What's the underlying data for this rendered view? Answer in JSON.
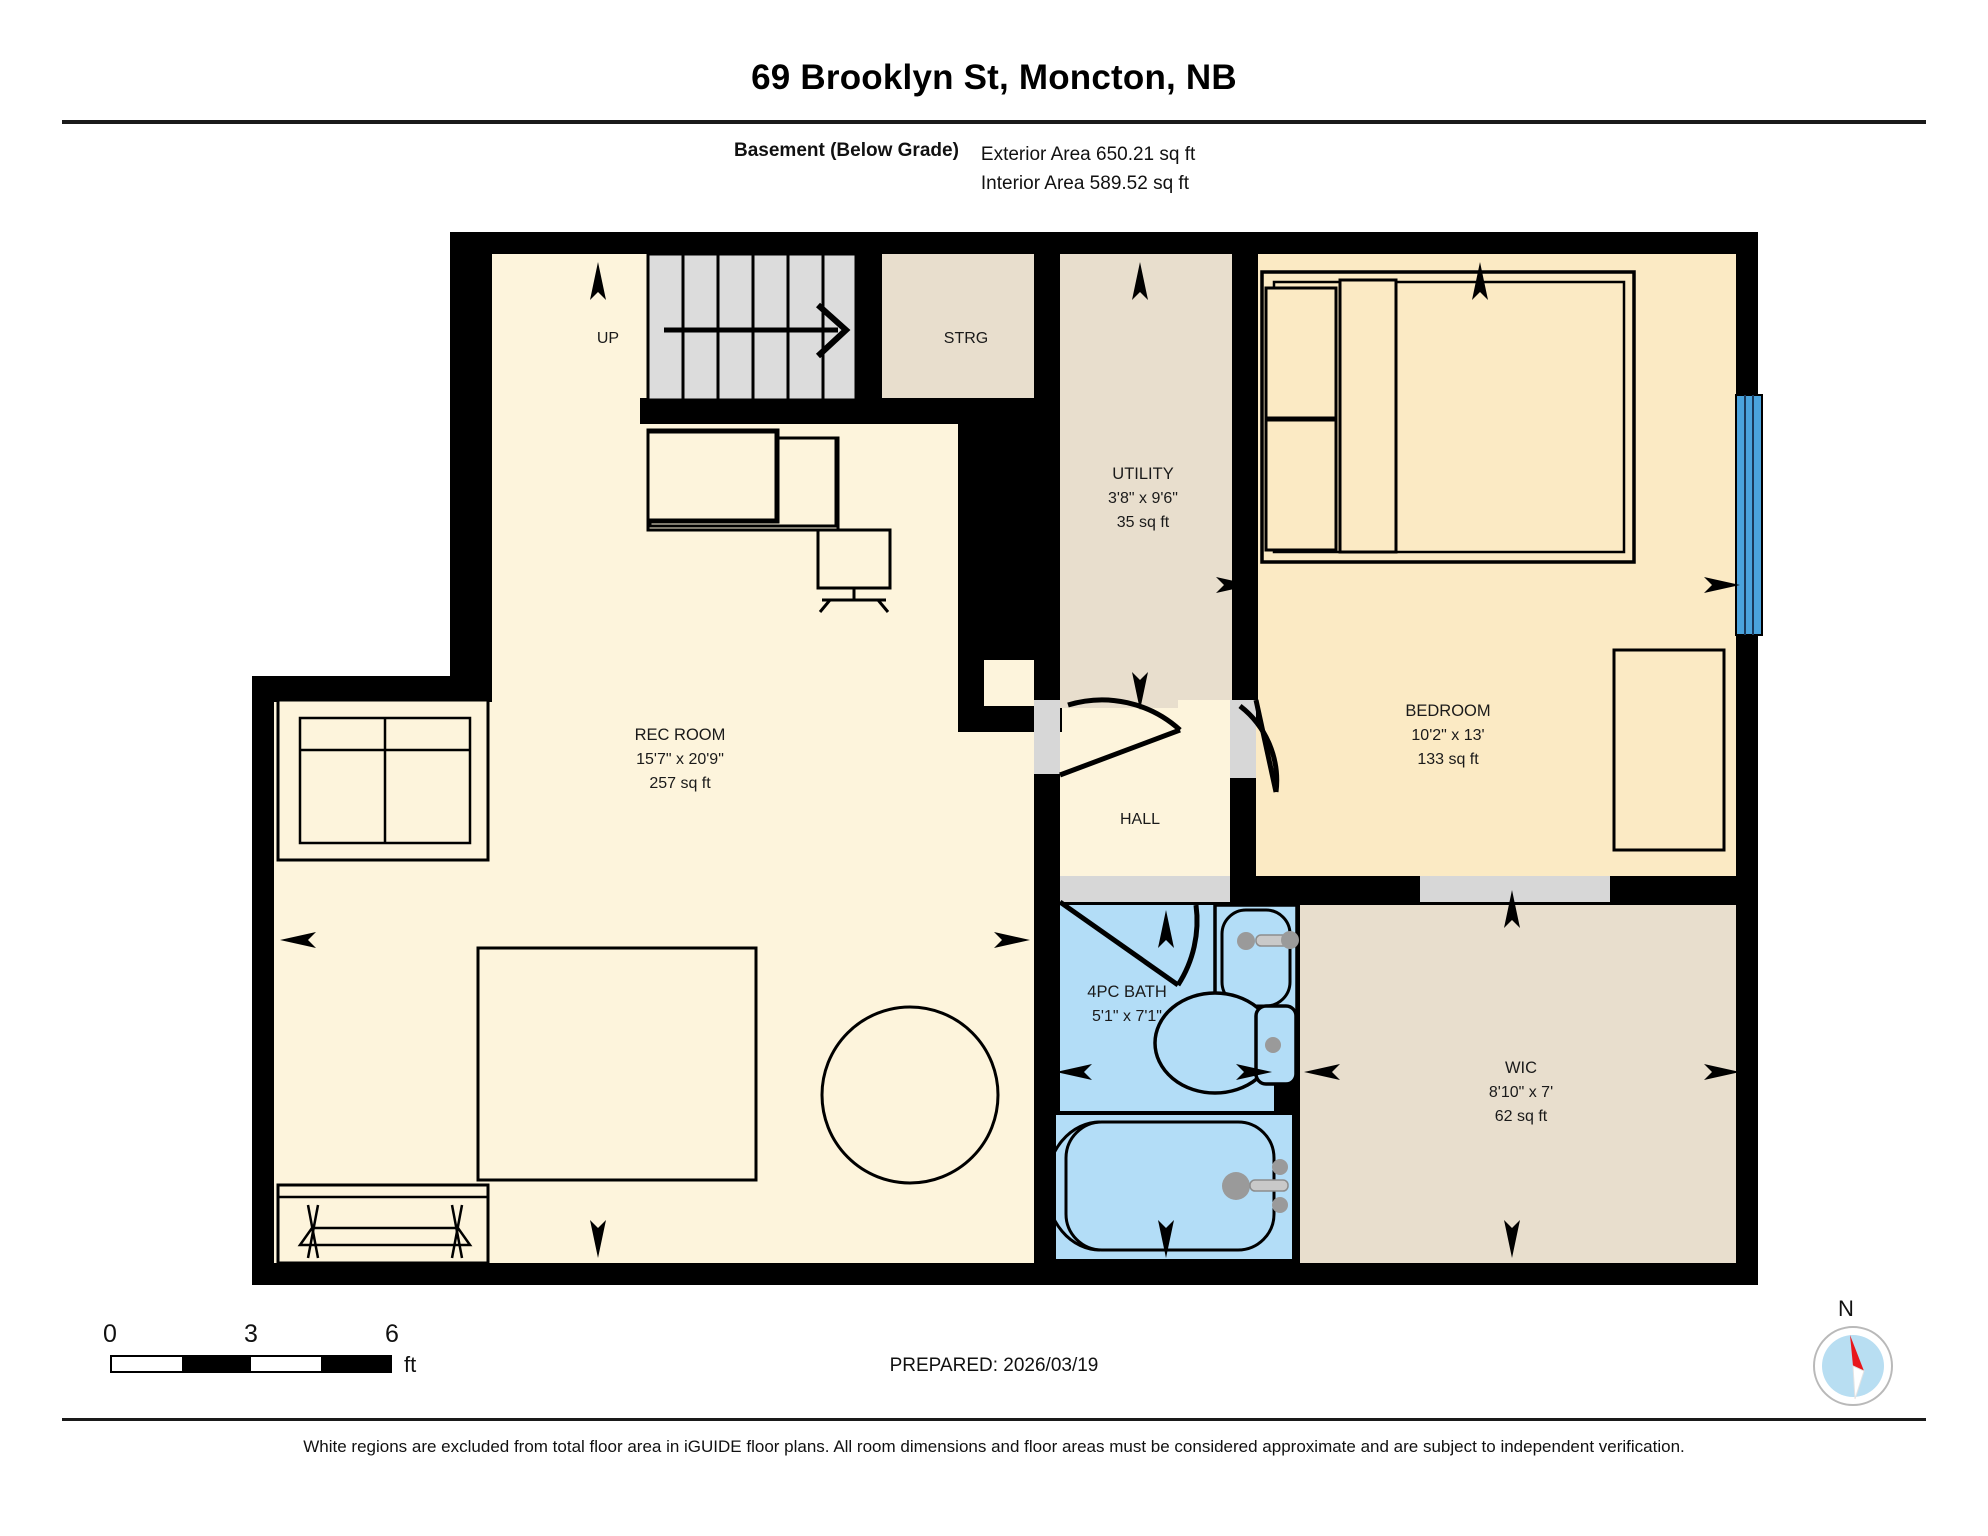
{
  "header": {
    "title": "69 Brooklyn St, Moncton, NB",
    "level_label": "Basement (Below Grade)",
    "exterior_area": "Exterior Area 650.21 sq ft",
    "interior_area": "Interior Area 589.52 sq ft"
  },
  "rooms": {
    "rec_room": {
      "name": "REC ROOM",
      "dims": "15'7\" x 20'9\"",
      "area": "257 sq ft"
    },
    "bedroom": {
      "name": "BEDROOM",
      "dims": "10'2\" x 13'",
      "area": "133 sq ft"
    },
    "utility": {
      "name": "UTILITY",
      "dims": "3'8\" x 9'6\"",
      "area": "35 sq ft"
    },
    "wic": {
      "name": "WIC",
      "dims": "8'10\" x 7'",
      "area": "62 sq ft"
    },
    "bath": {
      "name": "4PC BATH",
      "dims": "5'1\" x 7'1\"",
      "area": ""
    },
    "hall": {
      "name": "HALL",
      "dims": "",
      "area": ""
    },
    "storage": {
      "name": "STRG",
      "dims": "",
      "area": ""
    },
    "stairs": {
      "name": "UP",
      "dims": "",
      "area": ""
    }
  },
  "scale": {
    "ticks": [
      "0",
      "3",
      "6"
    ],
    "unit": "ft"
  },
  "footer": {
    "prepared": "PREPARED: 2026/03/19",
    "disclaimer": "White regions are excluded from total floor area in iGUIDE floor plans. All room dimensions and floor areas must be considered approximate and are subject to independent verification.",
    "compass_north": "N"
  },
  "colors": {
    "wall": "#000000",
    "floor_cream": "#fdf4dc",
    "floor_bedroom": "#fbeac4",
    "floor_beige": "#e8decd",
    "bath_blue": "#b3ddf7",
    "stairs_gray": "#dcdcdc",
    "window_blue": "#4aa3dd",
    "compass_disc": "#b8def2",
    "compass_needle": "#e8161b"
  }
}
